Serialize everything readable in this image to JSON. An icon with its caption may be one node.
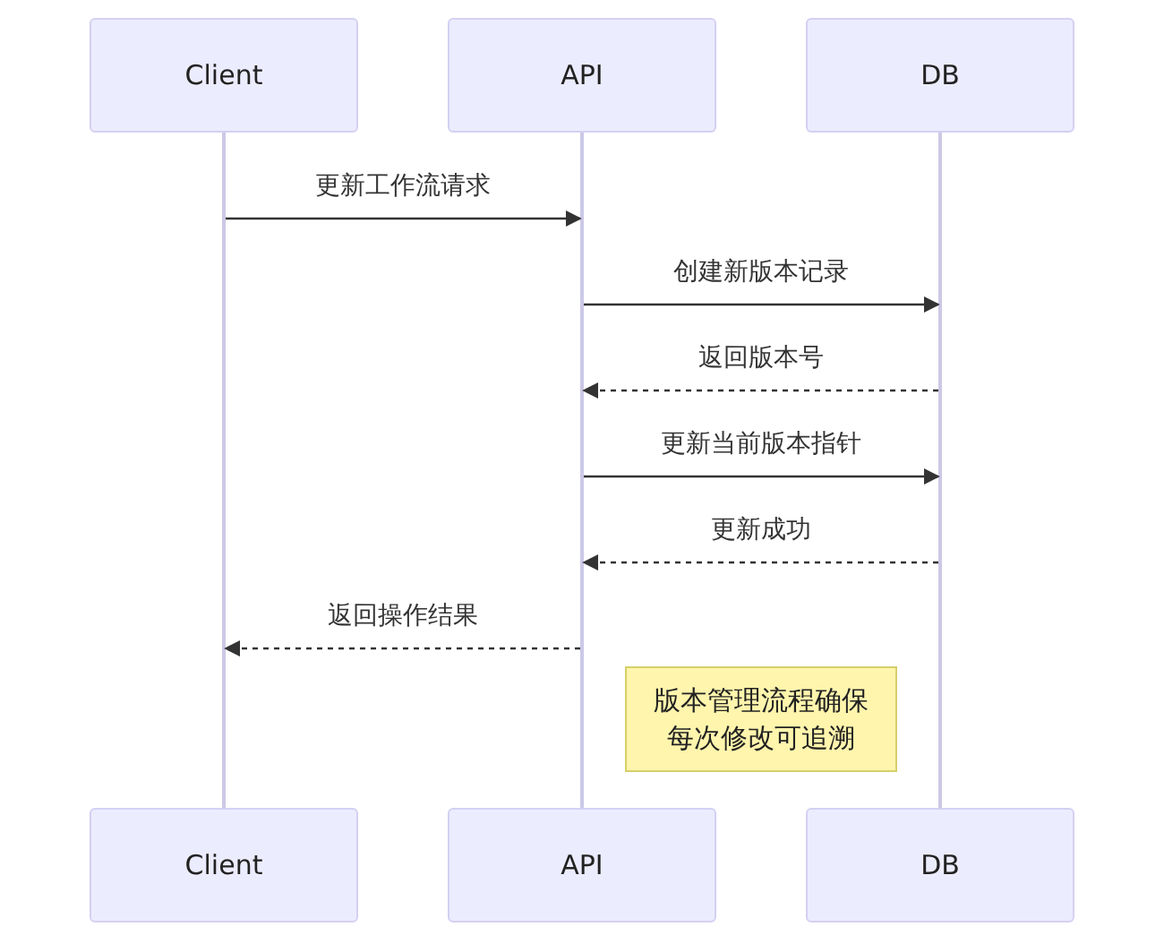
{
  "diagram": {
    "nodes": [
      {
        "text": [
          "Client"
        ]
      },
      {
        "text": [
          "API"
        ]
      },
      {
        "text": [
          "DB"
        ]
      },
      {
        "text": [],
        "shape": "bar"
      },
      {
        "text": [],
        "shape": "bar"
      },
      {
        "text": [],
        "shape": "bar"
      },
      {
        "text": [
          "Client"
        ]
      },
      {
        "text": [
          "API"
        ]
      },
      {
        "text": [
          "DB"
        ]
      },
      {
        "text": [
          "版本管理流程确保每次修改可追溯"
        ]
      }
    ],
    "edges": [
      {
        "from": 3,
        "to": 4,
        "arrow": "to",
        "label": "更新工作流请求"
      },
      {
        "from": 4,
        "to": 5,
        "arrow": "to",
        "label": "创建新版本记录"
      },
      {
        "from": 5,
        "to": 4,
        "arrow": "to",
        "label": "返回版本号",
        "style": "dashed"
      },
      {
        "from": 4,
        "to": 5,
        "arrow": "to",
        "label": "更新当前版本指针"
      },
      {
        "from": 5,
        "to": 4,
        "arrow": "to",
        "label": "更新成功",
        "style": "dashed"
      },
      {
        "from": 4,
        "to": 3,
        "arrow": "to",
        "label": "返回操作结果",
        "style": "dashed"
      }
    ]
  }
}
